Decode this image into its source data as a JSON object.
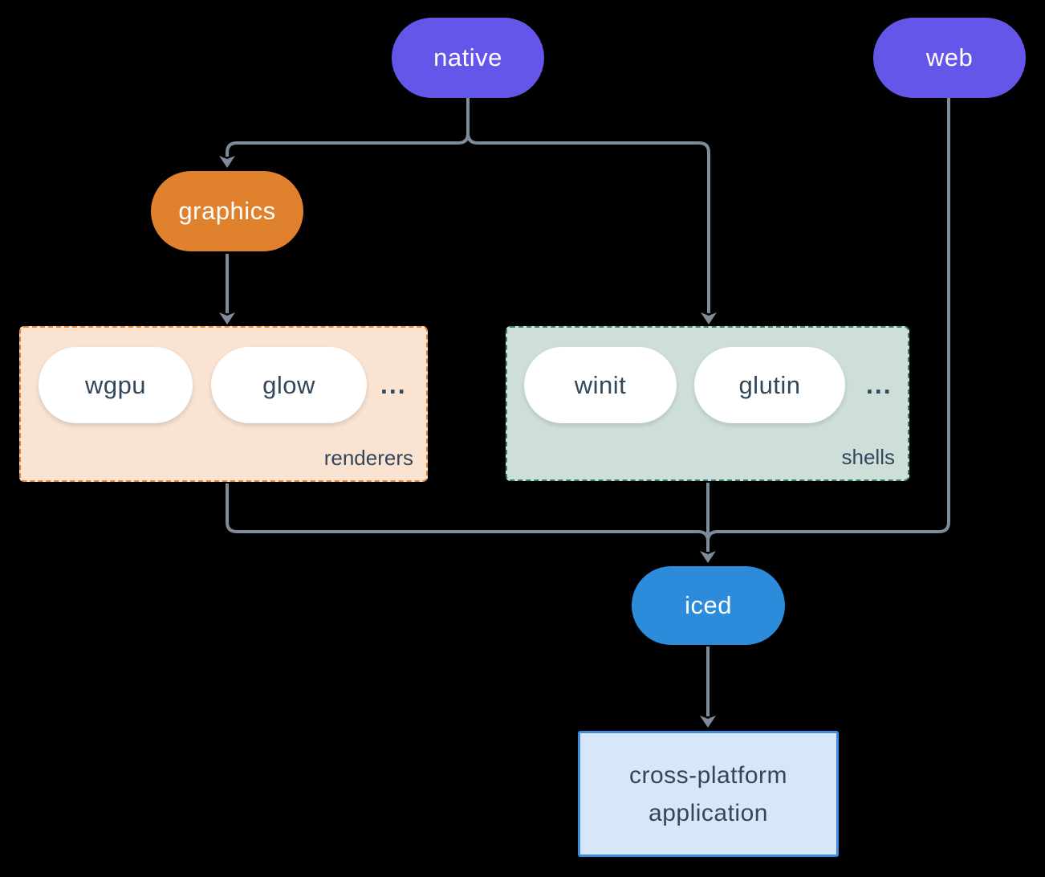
{
  "diagram": {
    "background_color": "#000000",
    "arrow_color": "#7E8C9A",
    "nodes": {
      "native": {
        "label": "native",
        "bg_color": "#6456E9",
        "text_color": "#FFFFFF",
        "shape": "pill"
      },
      "web": {
        "label": "web",
        "bg_color": "#6456E9",
        "text_color": "#FFFFFF",
        "shape": "pill"
      },
      "graphics": {
        "label": "graphics",
        "bg_color": "#E0822D",
        "text_color": "#FFFFFF",
        "shape": "pill"
      },
      "iced": {
        "label": "iced",
        "bg_color": "#2C8CDB",
        "text_color": "#FFFFFF",
        "shape": "pill"
      },
      "application": {
        "line1": "cross-platform",
        "line2": "application",
        "bg_color": "#D7E7F9",
        "border_color": "#3D8DDC",
        "text_color": "#32475C",
        "shape": "rect"
      }
    },
    "groups": {
      "renderers": {
        "label": "renderers",
        "bg_color": "#FAE3D1",
        "border_color": "#E8822F",
        "border_style": "dashed",
        "items": [
          {
            "label": "wgpu"
          },
          {
            "label": "glow"
          }
        ],
        "ellipsis": "...",
        "item_bg_color": "#FFFFFF",
        "item_text_color": "#32475C"
      },
      "shells": {
        "label": "shells",
        "bg_color": "#CEDFD9",
        "border_color": "#31806E",
        "border_style": "dashed",
        "items": [
          {
            "label": "winit"
          },
          {
            "label": "glutin"
          }
        ],
        "ellipsis": "...",
        "item_bg_color": "#FFFFFF",
        "item_text_color": "#32475C"
      }
    },
    "edges": [
      {
        "from": "native",
        "to": "graphics"
      },
      {
        "from": "native",
        "to": "shells"
      },
      {
        "from": "graphics",
        "to": "renderers"
      },
      {
        "from": "renderers",
        "to": "iced"
      },
      {
        "from": "shells",
        "to": "iced"
      },
      {
        "from": "web",
        "to": "iced"
      },
      {
        "from": "iced",
        "to": "application"
      }
    ]
  }
}
